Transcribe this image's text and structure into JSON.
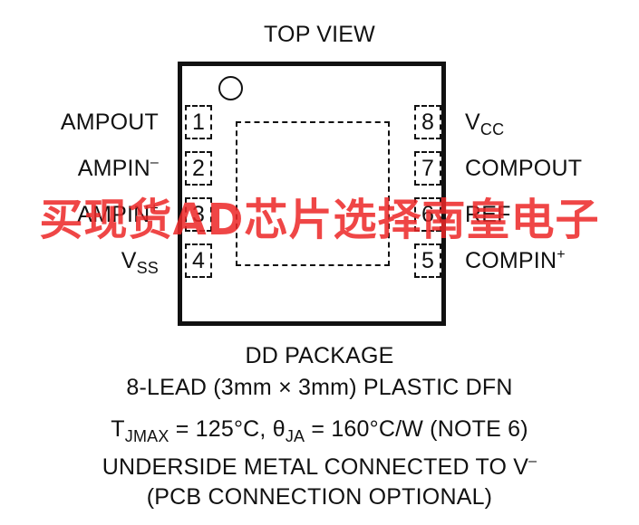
{
  "title": "TOP VIEW",
  "left_pins": [
    {
      "num": "1",
      "name": "AMPOUT",
      "sub": "",
      "sup": ""
    },
    {
      "num": "2",
      "name": "AMPIN",
      "sub": "",
      "sup": "–"
    },
    {
      "num": "3",
      "name": "AMPIN",
      "sub": "",
      "sup": "+"
    },
    {
      "num": "4",
      "name": "V",
      "sub": "SS",
      "sup": ""
    }
  ],
  "right_pins": [
    {
      "num": "8",
      "name": "V",
      "sub": "CC",
      "sup": ""
    },
    {
      "num": "7",
      "name": "COMPOUT",
      "sub": "",
      "sup": ""
    },
    {
      "num": "6",
      "name": "REF",
      "sub": "",
      "sup": ""
    },
    {
      "num": "5",
      "name": "COMPIN",
      "sub": "",
      "sup": "+"
    }
  ],
  "package": {
    "name": "DD PACKAGE",
    "desc": "8-LEAD (3mm × 3mm) PLASTIC DFN"
  },
  "thermal": {
    "t_prefix": "T",
    "t_sub": "JMAX",
    "t_value": " = 125°C, ",
    "theta": "θ",
    "theta_sub": "JA",
    "theta_value": " = 160°C/W (NOTE 6)"
  },
  "note": {
    "line1": "UNDERSIDE METAL CONNECTED TO V",
    "line1_sup": "–",
    "line2": "(PCB CONNECTION OPTIONAL)"
  },
  "watermark": "买现货AD芯片选择南皇电子"
}
